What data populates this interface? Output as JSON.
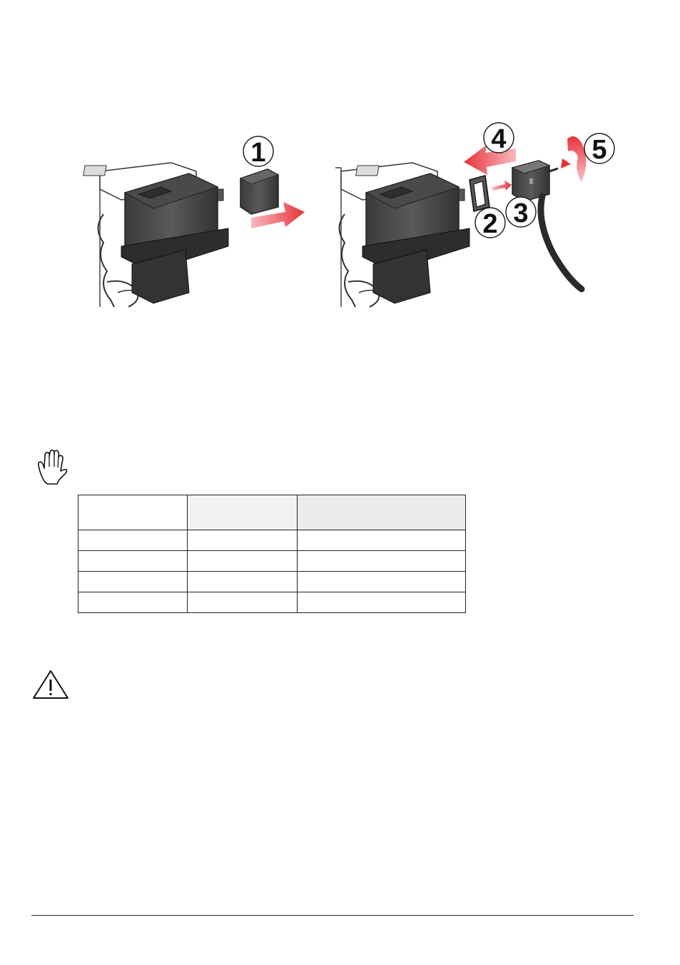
{
  "figure": {
    "steps": [
      "1",
      "2",
      "3",
      "4",
      "5"
    ],
    "arrow_color": "#e8323a"
  },
  "notes": {
    "caution_icon": "hand-stop-icon",
    "warning_icon": "warning-triangle-icon"
  },
  "table": {
    "headers": [
      "",
      "",
      ""
    ],
    "rows": [
      [
        "",
        "",
        ""
      ],
      [
        "",
        "",
        ""
      ],
      [
        "",
        "",
        ""
      ],
      [
        "",
        "",
        ""
      ]
    ]
  }
}
